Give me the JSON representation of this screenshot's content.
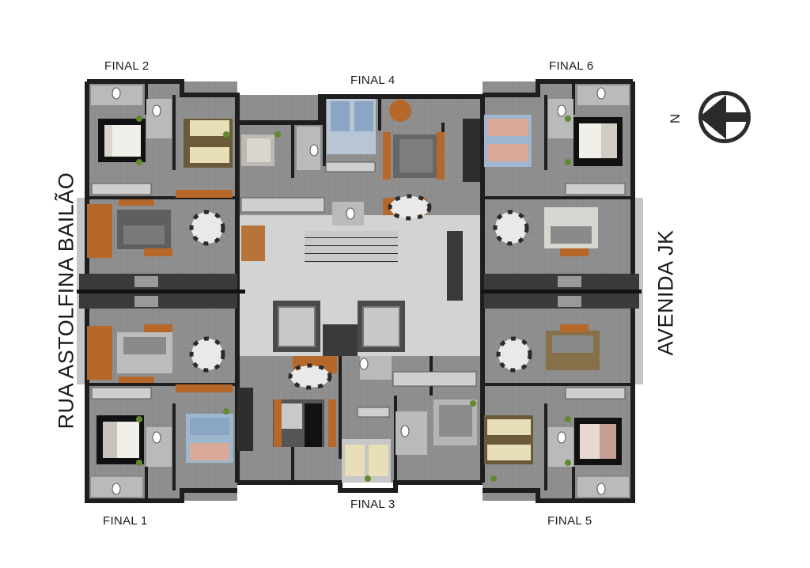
{
  "units": {
    "final_1": "FINAL 1",
    "final_2": "FINAL 2",
    "final_3": "FINAL 3",
    "final_4": "FINAL 4",
    "final_5": "FINAL 5",
    "final_6": "FINAL 6"
  },
  "streets": {
    "left": "RUA ASTOLFINA BAILÃO",
    "right": "AVENIDA JK"
  },
  "compass": {
    "letter": "N",
    "icon": "north-arrow-icon"
  },
  "colors": {
    "wall": "#1e1e1e",
    "floor": "#8c8c8c",
    "floor_light": "#a9a9a9",
    "corridor": "#d2d3d5",
    "wood": "#b5682a",
    "sofa": "#6e6e6e",
    "bed_white": "#f0efe9",
    "bed_blue": "#8ba6c4",
    "bed_cream": "#e8dfb8",
    "table": "#e9e9e9"
  }
}
